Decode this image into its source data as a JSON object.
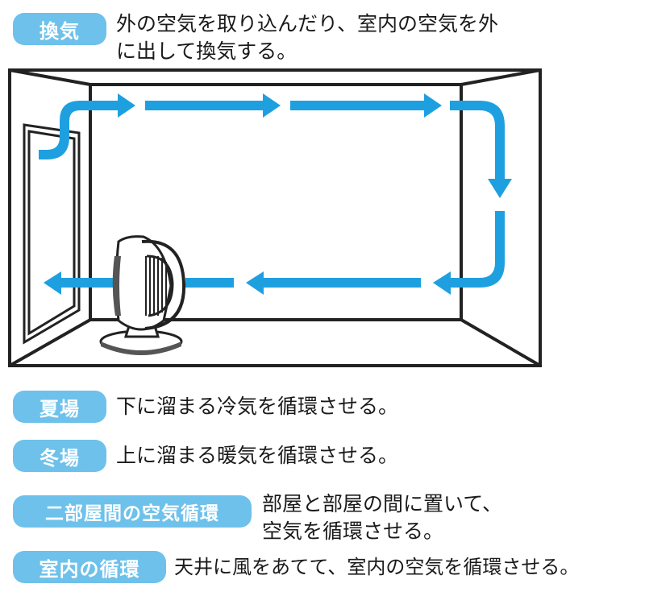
{
  "ventilation": {
    "label": "換気",
    "line1": "外の空気を取り込んだり、室内の空気を外",
    "line2": "に出して換気する。"
  },
  "summer": {
    "label": "夏場",
    "text": "下に溜まる冷気を循環させる。"
  },
  "winter": {
    "label": "冬場",
    "text": "上に溜まる暖気を循環させる。"
  },
  "between_rooms": {
    "label": "二部屋間の空気循環",
    "line1": "部屋と部屋の間に置いて、",
    "line2": "空気を循環させる。"
  },
  "indoor": {
    "label": "室内の循環",
    "text": "天井に風をあてて、室内の空気を循環させる。"
  },
  "colors": {
    "pill": "#6ec1ea",
    "arrow": "#1ea0e0",
    "line": "#222222"
  }
}
